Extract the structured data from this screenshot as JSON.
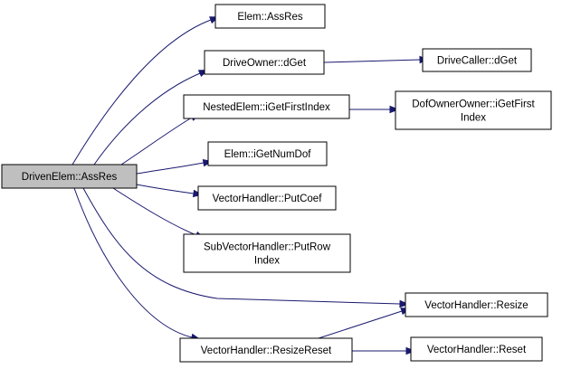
{
  "graph": {
    "nodes": [
      {
        "id": "driven_elem_assres",
        "lines": [
          "DrivenElem::AssRes"
        ],
        "root": true
      },
      {
        "id": "elem_assres",
        "lines": [
          "Elem::AssRes"
        ]
      },
      {
        "id": "driveowner_dget",
        "lines": [
          "DriveOwner::dGet"
        ]
      },
      {
        "id": "drivecaller_dget",
        "lines": [
          "DriveCaller::dGet"
        ]
      },
      {
        "id": "nestedelem_igetfirstindex",
        "lines": [
          "NestedElem::iGetFirstIndex"
        ]
      },
      {
        "id": "dofownerowner_igetfirstindex",
        "lines": [
          "DofOwnerOwner::iGetFirst",
          "Index"
        ]
      },
      {
        "id": "elem_igetnumdof",
        "lines": [
          "Elem::iGetNumDof"
        ]
      },
      {
        "id": "vectorhandler_putcoef",
        "lines": [
          "VectorHandler::PutCoef"
        ]
      },
      {
        "id": "subvectorhandler_putrowindex",
        "lines": [
          "SubVectorHandler::PutRow",
          "Index"
        ]
      },
      {
        "id": "vectorhandler_resize",
        "lines": [
          "VectorHandler::Resize"
        ]
      },
      {
        "id": "vectorhandler_resizereset",
        "lines": [
          "VectorHandler::ResizeReset"
        ]
      },
      {
        "id": "vectorhandler_reset",
        "lines": [
          "VectorHandler::Reset"
        ]
      }
    ],
    "edges": [
      {
        "from": "driven_elem_assres",
        "to": "elem_assres"
      },
      {
        "from": "driven_elem_assres",
        "to": "driveowner_dget"
      },
      {
        "from": "driven_elem_assres",
        "to": "nestedelem_igetfirstindex"
      },
      {
        "from": "driven_elem_assres",
        "to": "elem_igetnumdof"
      },
      {
        "from": "driven_elem_assres",
        "to": "vectorhandler_putcoef"
      },
      {
        "from": "driven_elem_assres",
        "to": "subvectorhandler_putrowindex"
      },
      {
        "from": "driven_elem_assres",
        "to": "vectorhandler_resize"
      },
      {
        "from": "driven_elem_assres",
        "to": "vectorhandler_resizereset"
      },
      {
        "from": "driveowner_dget",
        "to": "drivecaller_dget"
      },
      {
        "from": "nestedelem_igetfirstindex",
        "to": "dofownerowner_igetfirstindex"
      },
      {
        "from": "vectorhandler_resizereset",
        "to": "vectorhandler_resize"
      },
      {
        "from": "vectorhandler_resizereset",
        "to": "vectorhandler_reset"
      }
    ],
    "colors": {
      "edge": "#191970",
      "node_border": "#000000",
      "node_fill": "#ffffff",
      "root_fill": "#bfbfbf",
      "text": "#000000"
    }
  }
}
